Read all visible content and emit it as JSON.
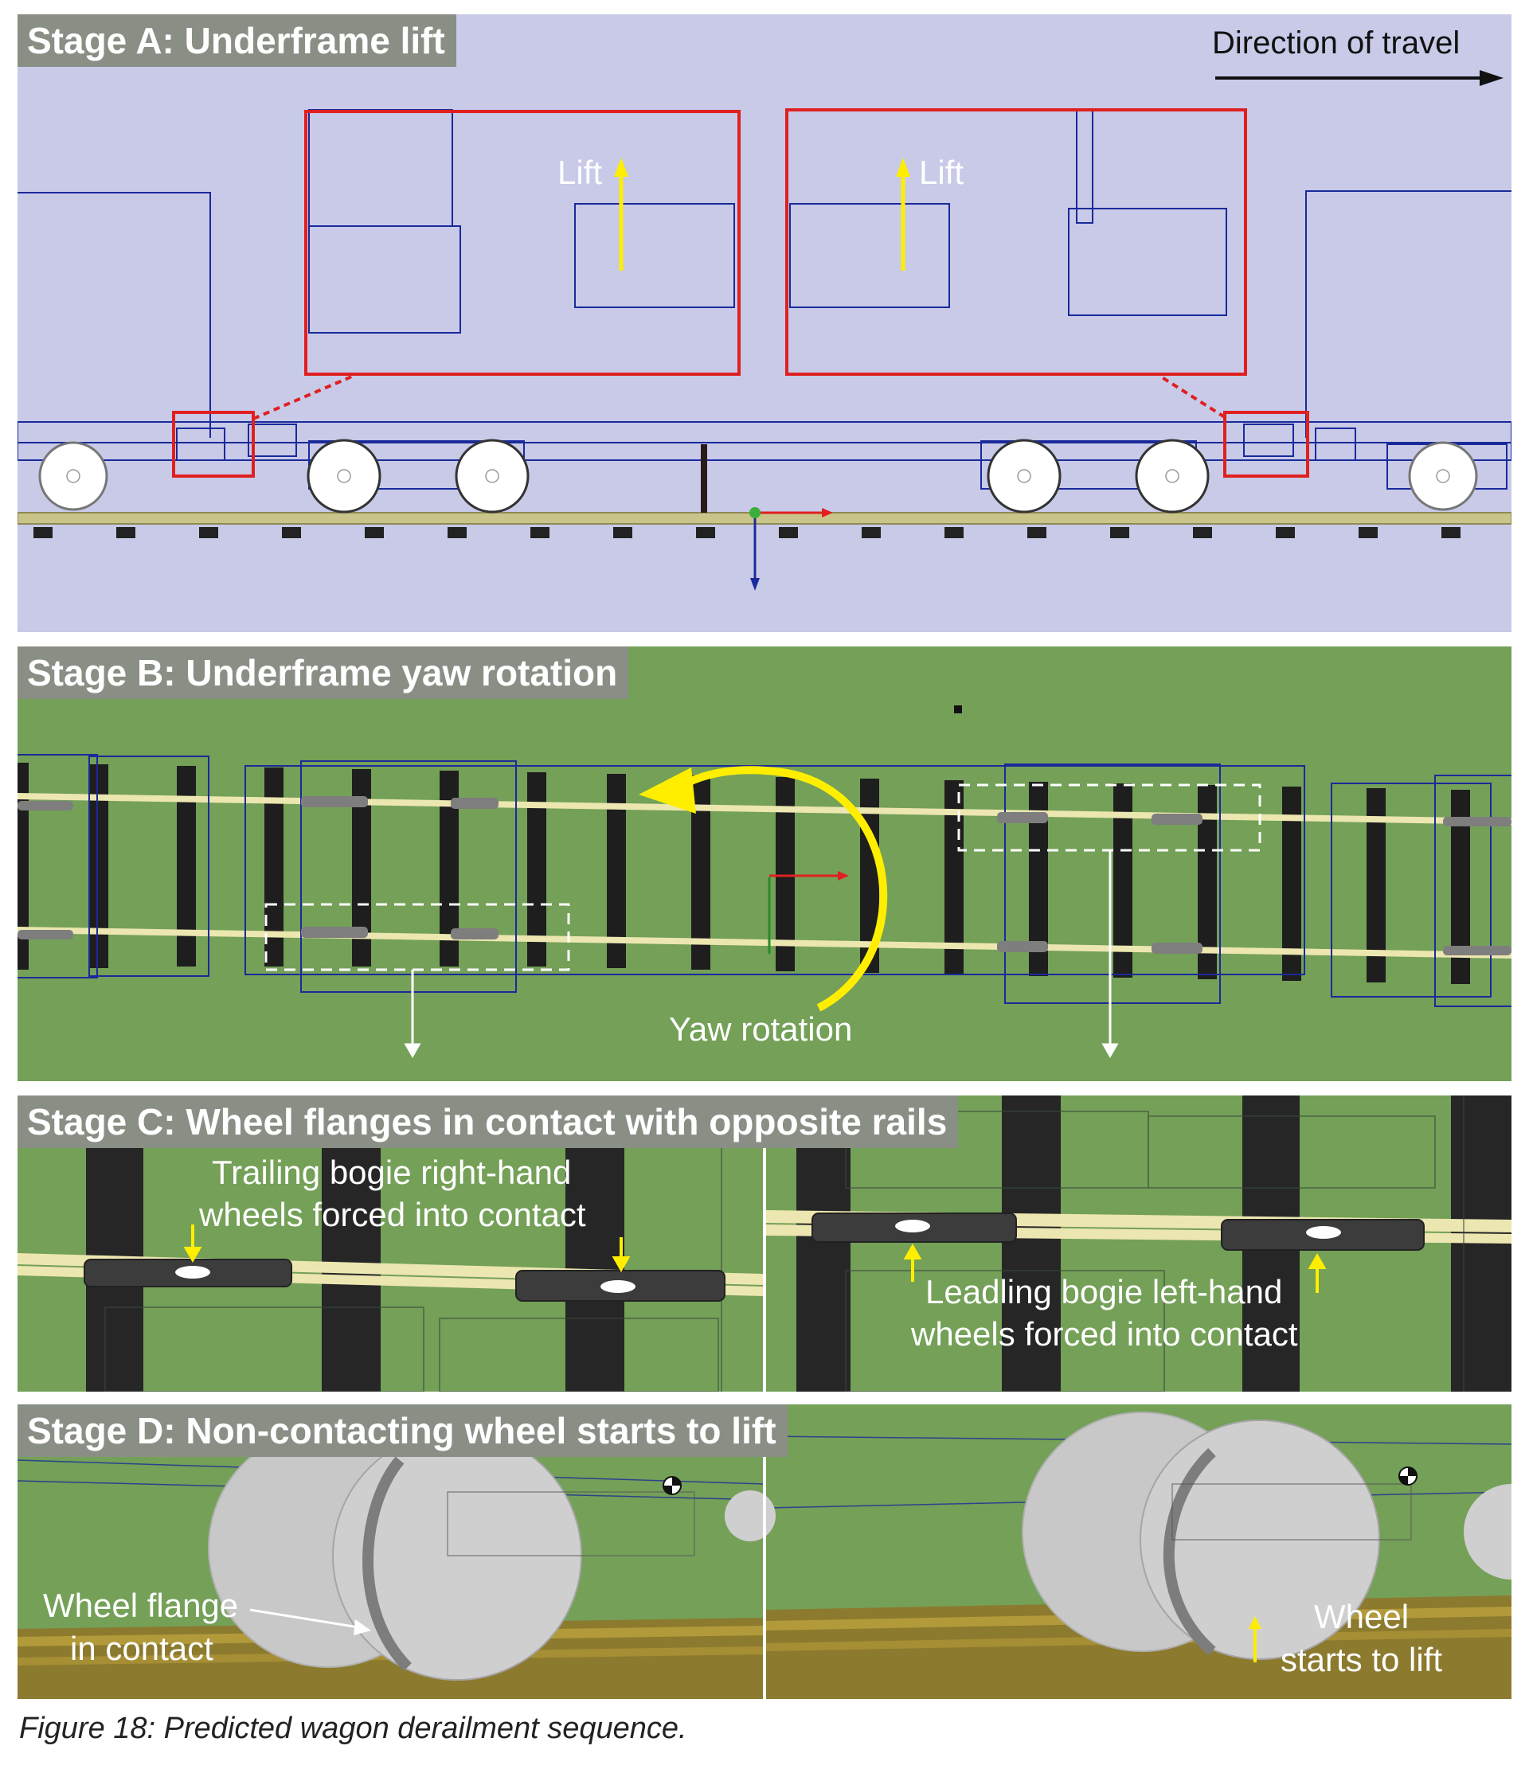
{
  "figure": {
    "caption": "Figure 18: Predicted wagon derailment sequence."
  },
  "stage_a": {
    "title": "Stage A: Underframe lift",
    "direction_label": "Direction of travel",
    "lift_label_left": "Lift",
    "lift_label_right": "Lift",
    "background": "#c8cae8"
  },
  "stage_b": {
    "title": "Stage B: Underframe yaw rotation",
    "yaw_label": "Yaw rotation",
    "background": "#74a058"
  },
  "stage_c": {
    "title": "Stage C: Wheel flanges in contact with opposite rails",
    "trailing_line1": "Trailing bogie right-hand",
    "trailing_line2": "wheels forced into contact",
    "leading_line1": "Leadling bogie left-hand",
    "leading_line2": "wheels forced into contact"
  },
  "stage_d": {
    "title": "Stage D: Non-contacting wheel starts to lift",
    "flange_line1": "Wheel flange",
    "flange_line2": "in contact",
    "lift_line1": "Wheel",
    "lift_line2": "starts to lift"
  },
  "colors": {
    "highlight_red": "#e02020",
    "arrow_yellow": "#ffee00",
    "outline_blue": "#1a2a9a"
  }
}
